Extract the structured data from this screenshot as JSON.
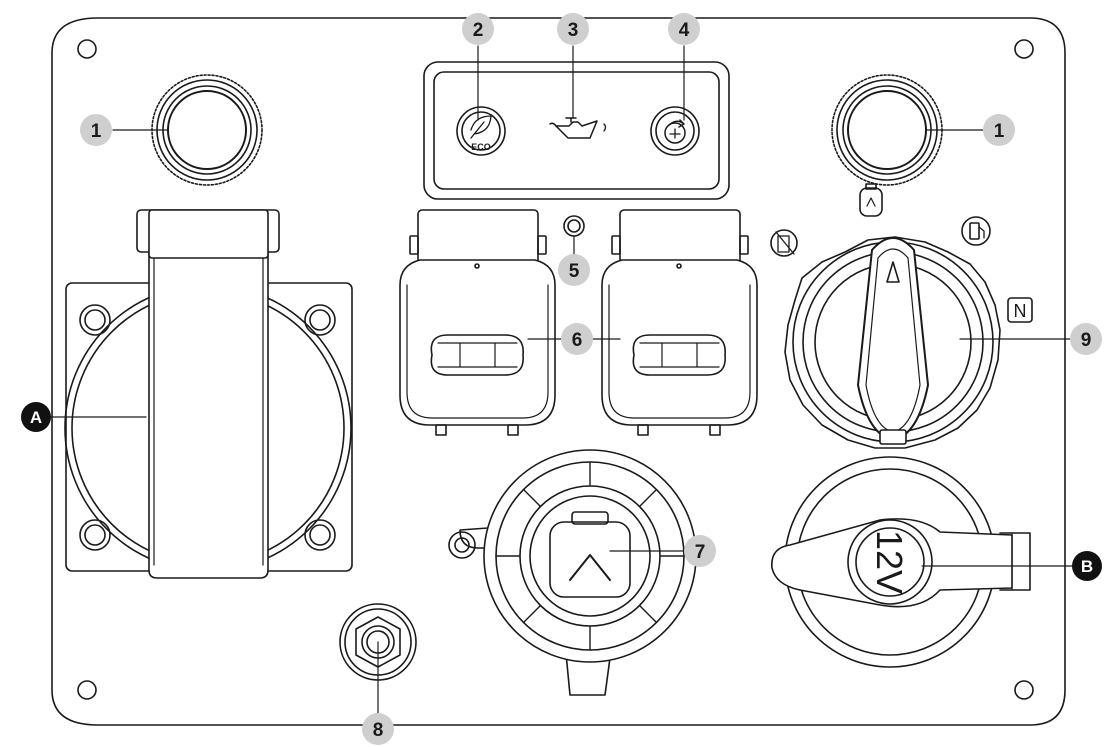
{
  "callouts": {
    "c1_left": {
      "label": "1",
      "style": "grey"
    },
    "c1_right": {
      "label": "1",
      "style": "grey"
    },
    "c2": {
      "label": "2",
      "style": "grey"
    },
    "c3": {
      "label": "3",
      "style": "grey"
    },
    "c4": {
      "label": "4",
      "style": "grey"
    },
    "c5": {
      "label": "5",
      "style": "grey"
    },
    "c6": {
      "label": "6",
      "style": "grey"
    },
    "c7": {
      "label": "7",
      "style": "grey"
    },
    "c8": {
      "label": "8",
      "style": "grey"
    },
    "c9": {
      "label": "9",
      "style": "grey"
    },
    "cA": {
      "label": "A",
      "style": "black"
    },
    "cB": {
      "label": "B",
      "style": "black"
    }
  },
  "panel_text": {
    "eco": "ECO",
    "dc_12v": "12V",
    "run_mark": "N"
  },
  "icons": [
    "eco-leaf-icon",
    "oil-can-icon",
    "restart-icon",
    "lpg-bottle-icon",
    "fuel-pump-icon",
    "fuel-off-icon"
  ],
  "colors": {
    "line": "#1a1a1a",
    "callout_grey": "#cfcfcf",
    "callout_black": "#111111",
    "panel": "#ffffff"
  }
}
